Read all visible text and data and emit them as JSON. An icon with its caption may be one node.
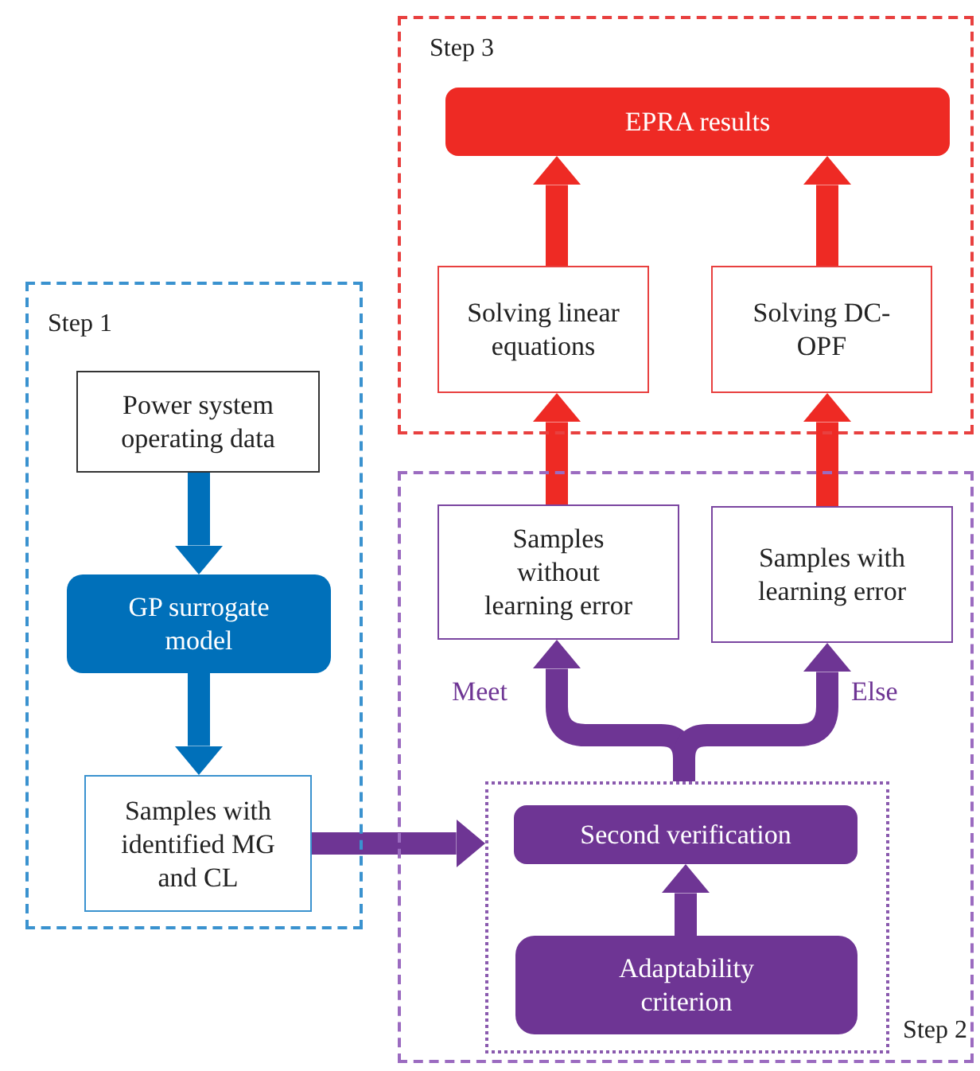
{
  "diagram": {
    "nodes": [
      {
        "text": [
          "Step 1"
        ]
      },
      {
        "text": [
          "Power system operating data"
        ],
        "in": 0
      },
      {
        "text": [
          "GP surrogate model"
        ],
        "in": 0
      },
      {
        "text": [
          "Samples with identified MG and CL"
        ],
        "in": 0
      },
      {
        "text": [
          "Step 3"
        ]
      },
      {
        "text": [
          "EPRA results"
        ],
        "in": 4
      },
      {
        "text": [
          "Solving linear equations"
        ],
        "in": 4
      },
      {
        "text": [
          "Solving DC-OPF"
        ],
        "in": 4
      },
      {
        "text": [
          "Step 2"
        ]
      },
      {
        "text": [
          "Samples without learning error"
        ],
        "in": 8
      },
      {
        "text": [
          "Samples with learning error"
        ],
        "in": 8
      },
      {
        "text": [],
        "shape": "box",
        "in": 8
      },
      {
        "text": [
          "Second verification"
        ],
        "in": 11
      },
      {
        "text": [
          "Adaptability criterion"
        ],
        "in": 11
      }
    ],
    "edges": [
      {
        "from": 1,
        "to": 2,
        "arrow": "to",
        "color": "#0070ba"
      },
      {
        "from": 2,
        "to": 3,
        "arrow": "to",
        "color": "#0070ba"
      },
      {
        "from": 3,
        "to": 11,
        "arrow": "to",
        "color": "#6e3594"
      },
      {
        "from": 13,
        "to": 12,
        "arrow": "to",
        "color": "#6e3594"
      },
      {
        "from": 11,
        "to": 9,
        "arrow": "to",
        "label": "Meet",
        "color": "#6e3594"
      },
      {
        "from": 11,
        "to": 10,
        "arrow": "to",
        "label": "Else",
        "color": "#6e3594"
      },
      {
        "from": 9,
        "to": 6,
        "arrow": "to",
        "color": "#ee2a24"
      },
      {
        "from": 10,
        "to": 7,
        "arrow": "to",
        "color": "#ee2a24"
      },
      {
        "from": 6,
        "to": 5,
        "arrow": "to",
        "color": "#ee2a24"
      },
      {
        "from": 7,
        "to": 5,
        "arrow": "to",
        "color": "#ee2a24"
      }
    ]
  }
}
